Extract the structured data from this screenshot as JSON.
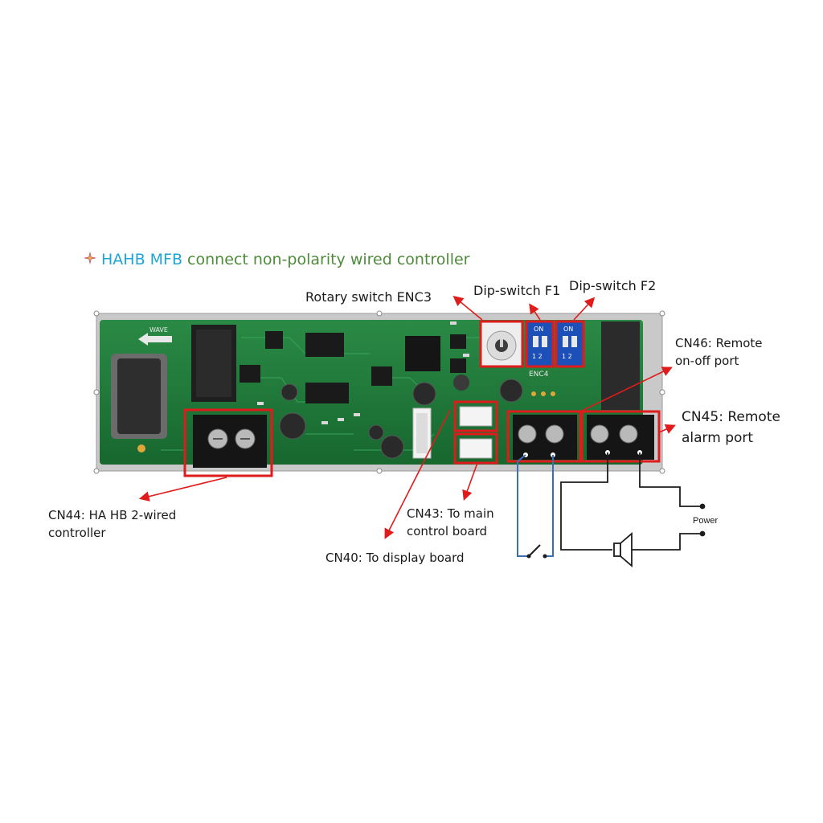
{
  "title": {
    "part1": "HAHB MFB",
    "part2": " connect non-polarity wired controller",
    "part1_color": "#1ea5d6",
    "part2_color": "#4e8a3a"
  },
  "labels": {
    "rotary": "Rotary switch ENC3",
    "dip_f1": "Dip-switch F1",
    "dip_f2": "Dip-switch F2",
    "cn46_l1": "CN46: Remote",
    "cn46_l2": "on-off port",
    "cn45_l1": "CN45: Remote",
    "cn45_l2": "alarm port",
    "cn44_l1": "CN44: HA HB 2-wired",
    "cn44_l2": "controller",
    "cn43_l1": "CN43: To main",
    "cn43_l2": "control board",
    "cn40": "CN40: To display board",
    "power": "Power"
  },
  "board_text": {
    "wave": "WAVE",
    "enc4": "ENC4",
    "on_f1": "ON",
    "on_f2": "ON",
    "dip_numbers": "1 2"
  },
  "colors": {
    "pcb": "#1f7a3a",
    "highlight": "#e01b1b",
    "arrow": "#e01b1b",
    "wire": "#1c1c1c",
    "blue_wire": "#3a6fb4",
    "dip": "#1d4fb8"
  }
}
